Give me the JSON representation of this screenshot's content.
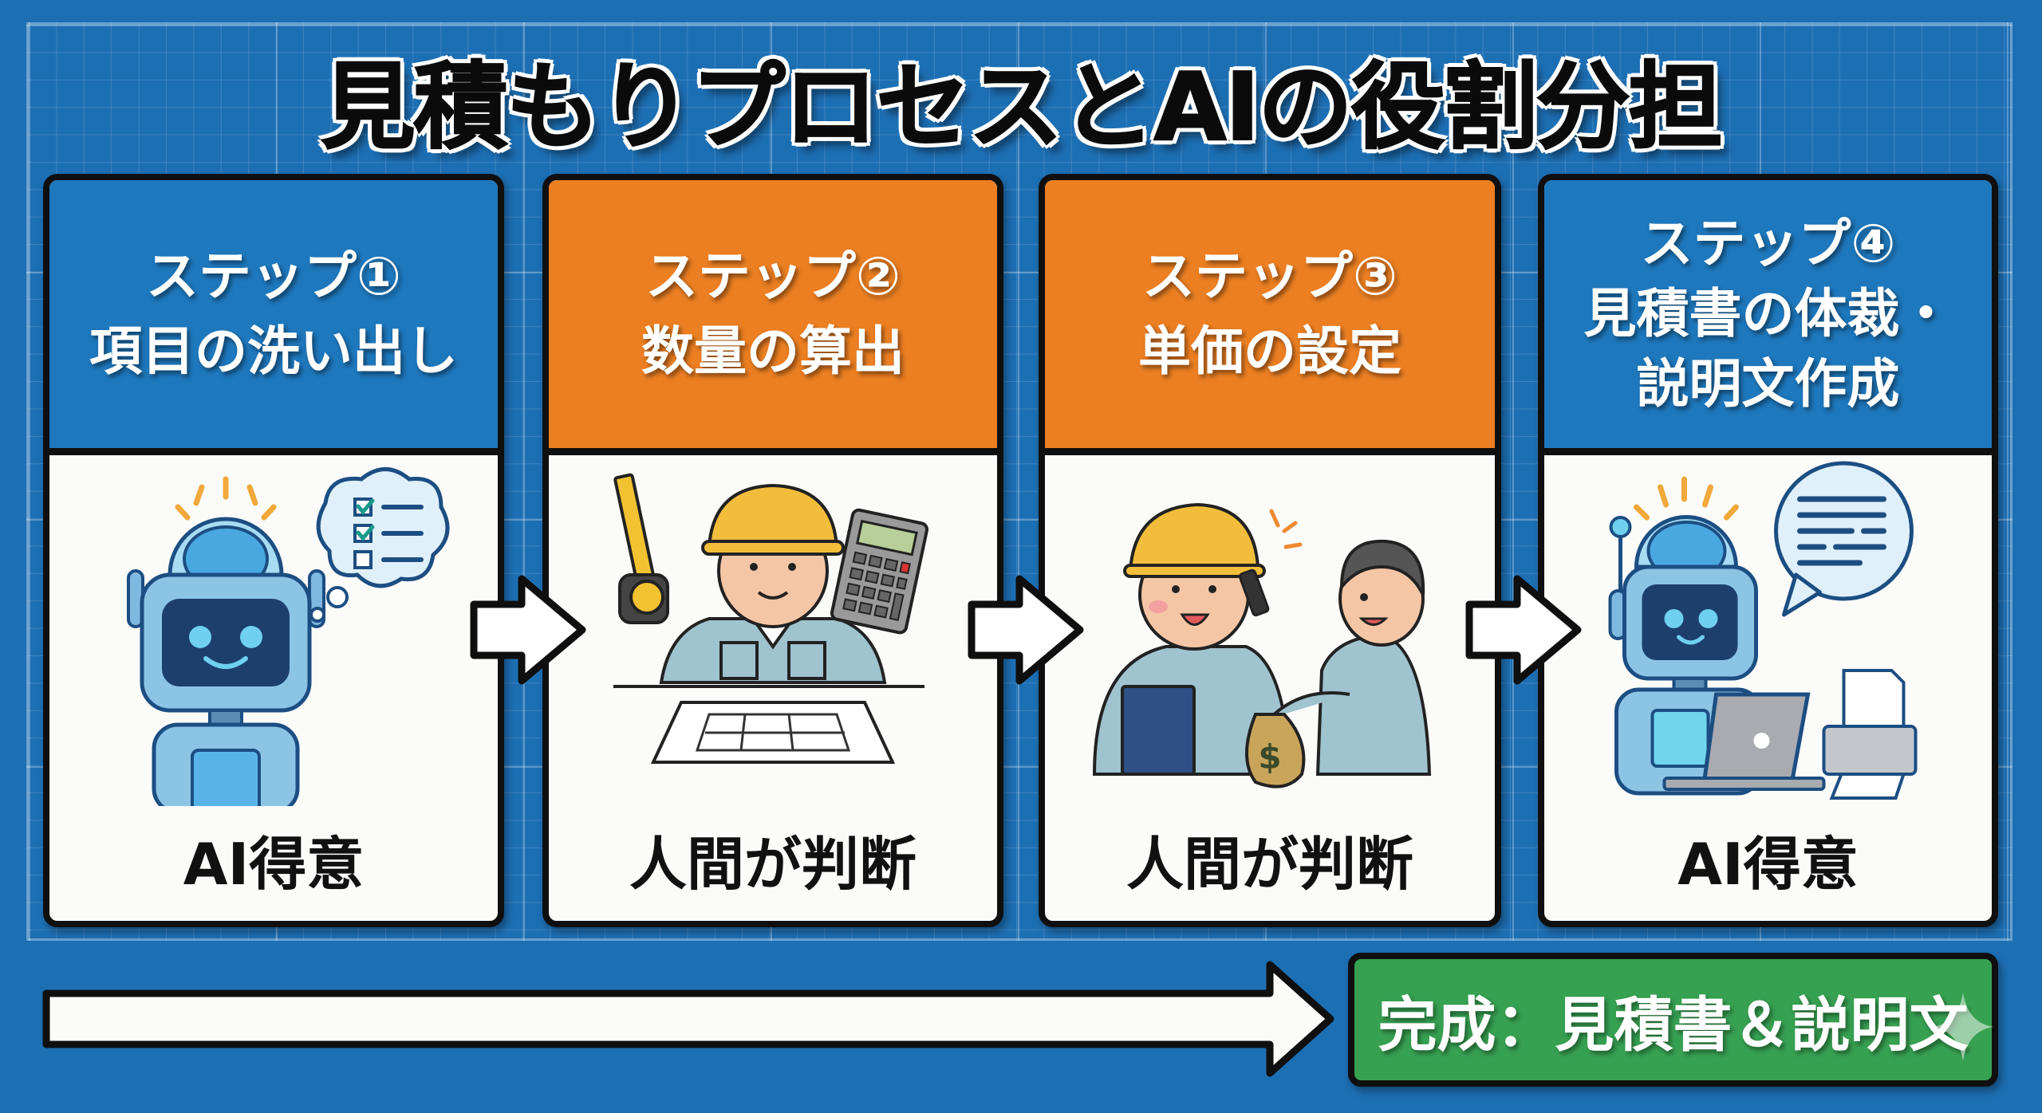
{
  "title": "見積もりプロセスとAIの役割分担",
  "colors": {
    "background": "#1d6fb4",
    "ai_header": "#1e78bd",
    "human_header": "#ec7f22",
    "final_box": "#37a152",
    "outline": "#0f0f0f"
  },
  "steps": [
    {
      "step_label": "ステップ①",
      "title_lines": [
        "項目の洗い出し"
      ],
      "owner": "AI得意",
      "illustration": "robot-thinking-checklist",
      "header_color": "blue"
    },
    {
      "step_label": "ステップ②",
      "title_lines": [
        "数量の算出"
      ],
      "owner": "人間が判断",
      "illustration": "worker-tape-measure-calculator-blueprint",
      "header_color": "orange"
    },
    {
      "step_label": "ステップ③",
      "title_lines": [
        "単価の設定"
      ],
      "owner": "人間が判断",
      "illustration": "worker-phone-negotiation-money-bag",
      "header_color": "orange"
    },
    {
      "step_label": "ステップ④",
      "title_lines": [
        "見積書の体裁・",
        "説明文作成"
      ],
      "owner": "AI得意",
      "illustration": "robot-laptop-printer-speech",
      "header_color": "blue"
    }
  ],
  "flow_arrows": [
    "arrow-right",
    "arrow-right",
    "arrow-right"
  ],
  "final": {
    "label": "完成：見積書＆説明文",
    "icon": "sparkle-icon"
  }
}
